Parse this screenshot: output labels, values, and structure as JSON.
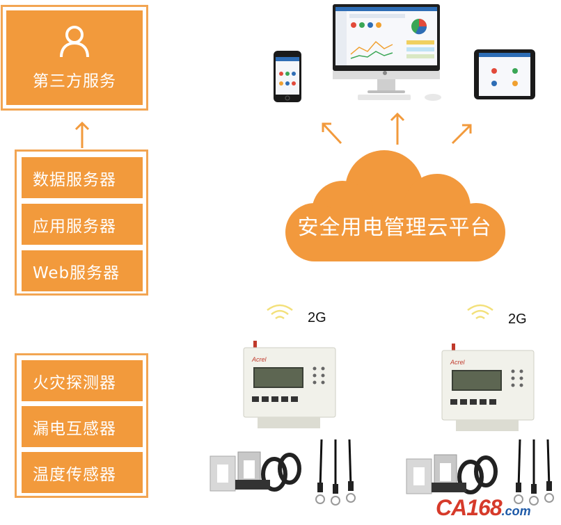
{
  "third_party": {
    "label": "第三方服务"
  },
  "servers": {
    "items": [
      "数据服务器",
      "应用服务器",
      "Web服务器"
    ]
  },
  "sensors": {
    "items": [
      "火灾探测器",
      "漏电互感器",
      "温度传感器"
    ]
  },
  "cloud": {
    "label": "安全用电管理云平台"
  },
  "signals": [
    {
      "label": "2G"
    },
    {
      "label": "2G"
    }
  ],
  "devices": [
    {
      "brand": "Acrel"
    },
    {
      "brand": "Acrel"
    }
  ],
  "watermark": {
    "main": "CA168",
    "suffix": ".com"
  },
  "colors": {
    "orange": "#f29a3c",
    "border": "#f2a552",
    "arrow": "#f29a3c",
    "wifi": "#f3e07a"
  }
}
